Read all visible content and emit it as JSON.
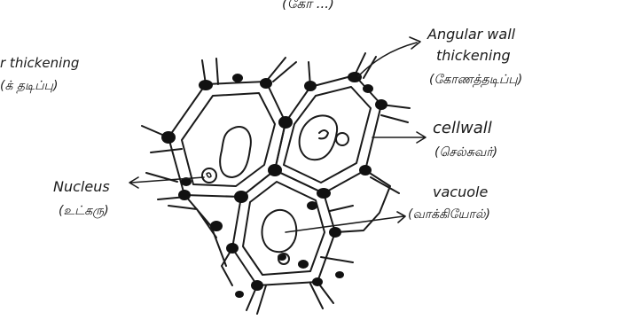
{
  "figure": {
    "ink_color": "#1a1a1a",
    "paper_color": "#ffffff"
  },
  "labels": {
    "top_fragment": "(கோ ...)",
    "left_top_line1": "r thickening",
    "left_top_line2": "(க் தடிப்பு)",
    "angular_line1": "Angular wall",
    "angular_line2": "thickening",
    "angular_line3": "(கோணத்தடிப்பு)",
    "cellwall_line1": "cellwall",
    "cellwall_line2": "(செல்சுவர்)",
    "nucleus_line1": "Nucleus",
    "nucleus_line2": "(உட்கரு)",
    "vacuole_line1": "vacuole",
    "vacuole_line2": "(வாக்கியோல்)"
  }
}
